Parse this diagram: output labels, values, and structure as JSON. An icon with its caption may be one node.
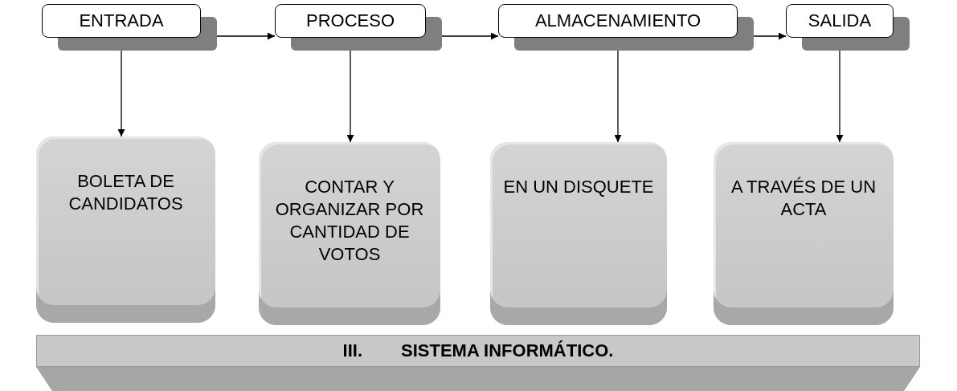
{
  "diagram": {
    "nodes": [
      {
        "text": [
          "ENTRADA"
        ]
      },
      {
        "text": [
          "PROCESO"
        ]
      },
      {
        "text": [
          "ALMACENAMIENTO"
        ]
      },
      {
        "text": [
          "SALIDA"
        ]
      },
      {
        "text": [
          "BOLETA DE CANDIDATOS"
        ]
      },
      {
        "text": [
          "CONTAR Y ORGANIZAR POR CANTIDAD DE VOTOS"
        ]
      },
      {
        "text": [
          "EN UN DISQUETE"
        ]
      },
      {
        "text": [
          "A TRAVÉS DE UN ACTA"
        ]
      },
      {
        "text": [
          "III.",
          "SISTEMA INFORMÁTICO."
        ]
      }
    ],
    "edges": [
      {
        "from": 0,
        "to": 1,
        "arrow": "to"
      },
      {
        "from": 1,
        "to": 2,
        "arrow": "to"
      },
      {
        "from": 2,
        "to": 3,
        "arrow": "to"
      },
      {
        "from": 0,
        "to": 4,
        "arrow": "to"
      },
      {
        "from": 1,
        "to": 5,
        "arrow": "to"
      },
      {
        "from": 2,
        "to": 6,
        "arrow": "to"
      },
      {
        "from": 3,
        "to": 7,
        "arrow": "to"
      }
    ]
  }
}
